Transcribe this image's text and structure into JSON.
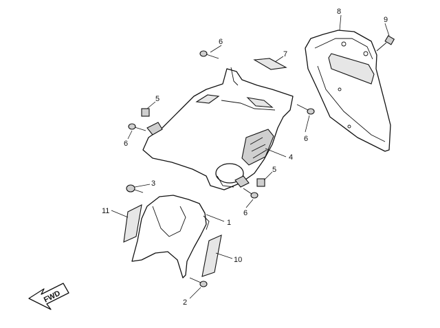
{
  "callouts": [
    "1",
    "2",
    "3",
    "4",
    "5",
    "5",
    "6",
    "6",
    "6",
    "6",
    "7",
    "8",
    "9",
    "10",
    "11"
  ],
  "fwd_label": "FWD"
}
